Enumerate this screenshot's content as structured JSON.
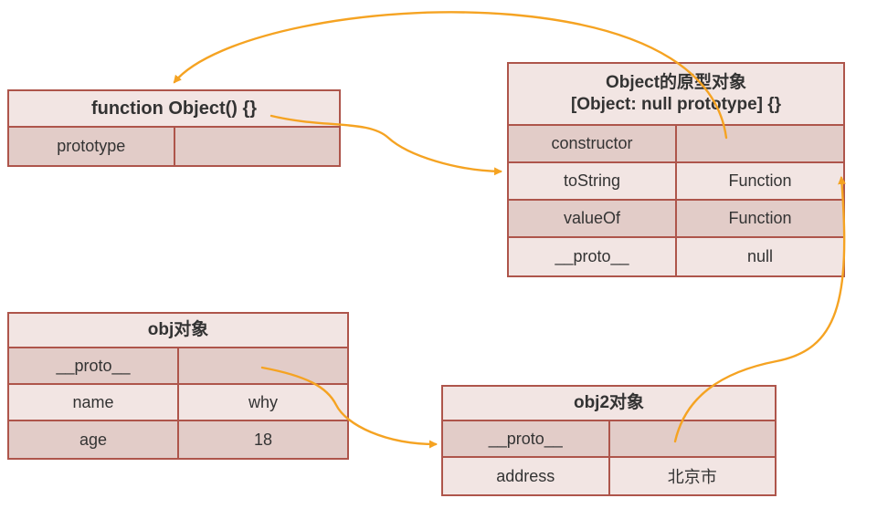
{
  "diagram": {
    "colors": {
      "border": "#AE554B",
      "header_bg": "#F2E5E3",
      "row_dark": "#E2CCC8",
      "row_light": "#F2E5E3",
      "arrow": "#F5A322",
      "text": "#333333",
      "background": "#FFFFFF"
    },
    "tables": {
      "function_object": {
        "title": "function Object() {}",
        "rows": [
          {
            "key": "prototype",
            "value": ""
          }
        ]
      },
      "object_prototype": {
        "title_line1": "Object的原型对象",
        "title_line2": "[Object: null prototype] {}",
        "rows": [
          {
            "key": "constructor",
            "value": ""
          },
          {
            "key": "toString",
            "value": "Function"
          },
          {
            "key": "valueOf",
            "value": "Function"
          },
          {
            "key": "__proto__",
            "value": "null"
          }
        ]
      },
      "obj": {
        "title": "obj对象",
        "rows": [
          {
            "key": "__proto__",
            "value": ""
          },
          {
            "key": "name",
            "value": "why"
          },
          {
            "key": "age",
            "value": "18"
          }
        ]
      },
      "obj2": {
        "title": "obj2对象",
        "rows": [
          {
            "key": "__proto__",
            "value": ""
          },
          {
            "key": "address",
            "value": "北京市"
          }
        ]
      }
    },
    "arrows": [
      {
        "name": "arrow-constructor-to-function-object",
        "from": "object_prototype.constructor",
        "to": "function_object"
      },
      {
        "name": "arrow-function-object-to-object-prototype",
        "from": "function_object",
        "to": "object_prototype.toString-row-left-edge"
      },
      {
        "name": "arrow-obj-proto-to-obj2",
        "from": "obj.__proto__",
        "to": "obj2.__proto__-row-left-edge"
      },
      {
        "name": "arrow-obj2-proto-to-object-prototype",
        "from": "obj2.__proto__",
        "to": "object_prototype.right-edge"
      }
    ]
  }
}
